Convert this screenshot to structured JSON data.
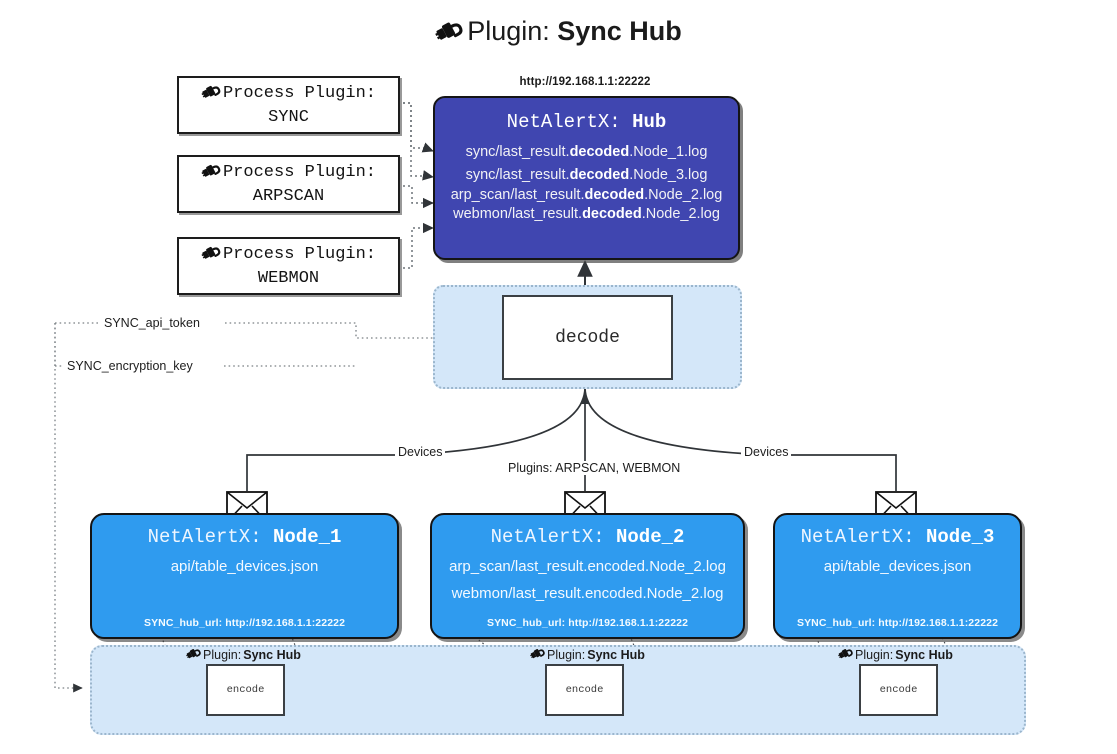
{
  "title": {
    "icon": "plug-icon",
    "prefix": "Plugin: ",
    "name": "Sync Hub"
  },
  "palette": {
    "hub_fill": "#4046b0",
    "node_fill": "#2f9bef",
    "container_fill": "#d4e7f9",
    "container_border": "#9bb6cd",
    "stroke": "#3b4044",
    "white": "#ffffff"
  },
  "process_plugins": [
    {
      "icon": "plug-icon",
      "line1": "Process Plugin:",
      "line2": "SYNC"
    },
    {
      "icon": "plug-icon",
      "line1": "Process Plugin:",
      "line2": "ARPSCAN"
    },
    {
      "icon": "plug-icon",
      "line1": "Process Plugin:",
      "line2": "WEBMON"
    }
  ],
  "hub": {
    "url": "http://192.168.1.1:22222",
    "title_prefix": "NetAlertX: ",
    "title_name": "Hub",
    "files": [
      {
        "pre": "sync/last_result.",
        "em": "decoded",
        "post": ".Node_1.log"
      },
      {
        "pre": "sync/last_result.",
        "em": "decoded",
        "post": ".Node_3.log"
      },
      {
        "pre": "arp_scan/last_result.",
        "em": "decoded",
        "post": ".Node_2.log"
      },
      {
        "pre": "webmon/last_result.",
        "em": "decoded",
        "post": ".Node_2.log"
      }
    ]
  },
  "decode": {
    "label": "decode"
  },
  "edge_labels": {
    "api_token": "SYNC_api_token",
    "encryption_key": "SYNC_encryption_key",
    "devices_left": "Devices",
    "devices_right": "Devices",
    "plugins_mid": "Plugins: ARPSCAN, WEBMON"
  },
  "nodes": [
    {
      "title_prefix": "NetAlertX: ",
      "title_name": "Node_1",
      "lines": [
        {
          "pre": "api/table_devices.json",
          "em": "",
          "post": ""
        }
      ],
      "footer": "SYNC_hub_url: http://192.168.1.1:22222",
      "envelope_icon": "envelope-icon"
    },
    {
      "title_prefix": "NetAlertX: ",
      "title_name": "Node_2",
      "lines": [
        {
          "pre": "arp_scan/last_result.encoded.Node_2.log",
          "em": "",
          "post": ""
        },
        {
          "pre": "webmon/last_result.encoded.Node_2.log",
          "em": "",
          "post": ""
        }
      ],
      "footer": "SYNC_hub_url: http://192.168.1.1:22222",
      "envelope_icon": "envelope-icon"
    },
    {
      "title_prefix": "NetAlertX: ",
      "title_name": "Node_3",
      "lines": [
        {
          "pre": "api/table_devices.json",
          "em": "",
          "post": ""
        }
      ],
      "footer": "SYNC_hub_url: http://192.168.1.1:22222",
      "envelope_icon": "envelope-icon"
    }
  ],
  "encoders": [
    {
      "icon": "plug-icon",
      "label_prefix": "Plugin: ",
      "label_name": "Sync Hub",
      "box": "encode"
    },
    {
      "icon": "plug-icon",
      "label_prefix": "Plugin: ",
      "label_name": "Sync Hub",
      "box": "encode"
    },
    {
      "icon": "plug-icon",
      "label_prefix": "Plugin: ",
      "label_name": "Sync Hub",
      "box": "encode"
    }
  ]
}
